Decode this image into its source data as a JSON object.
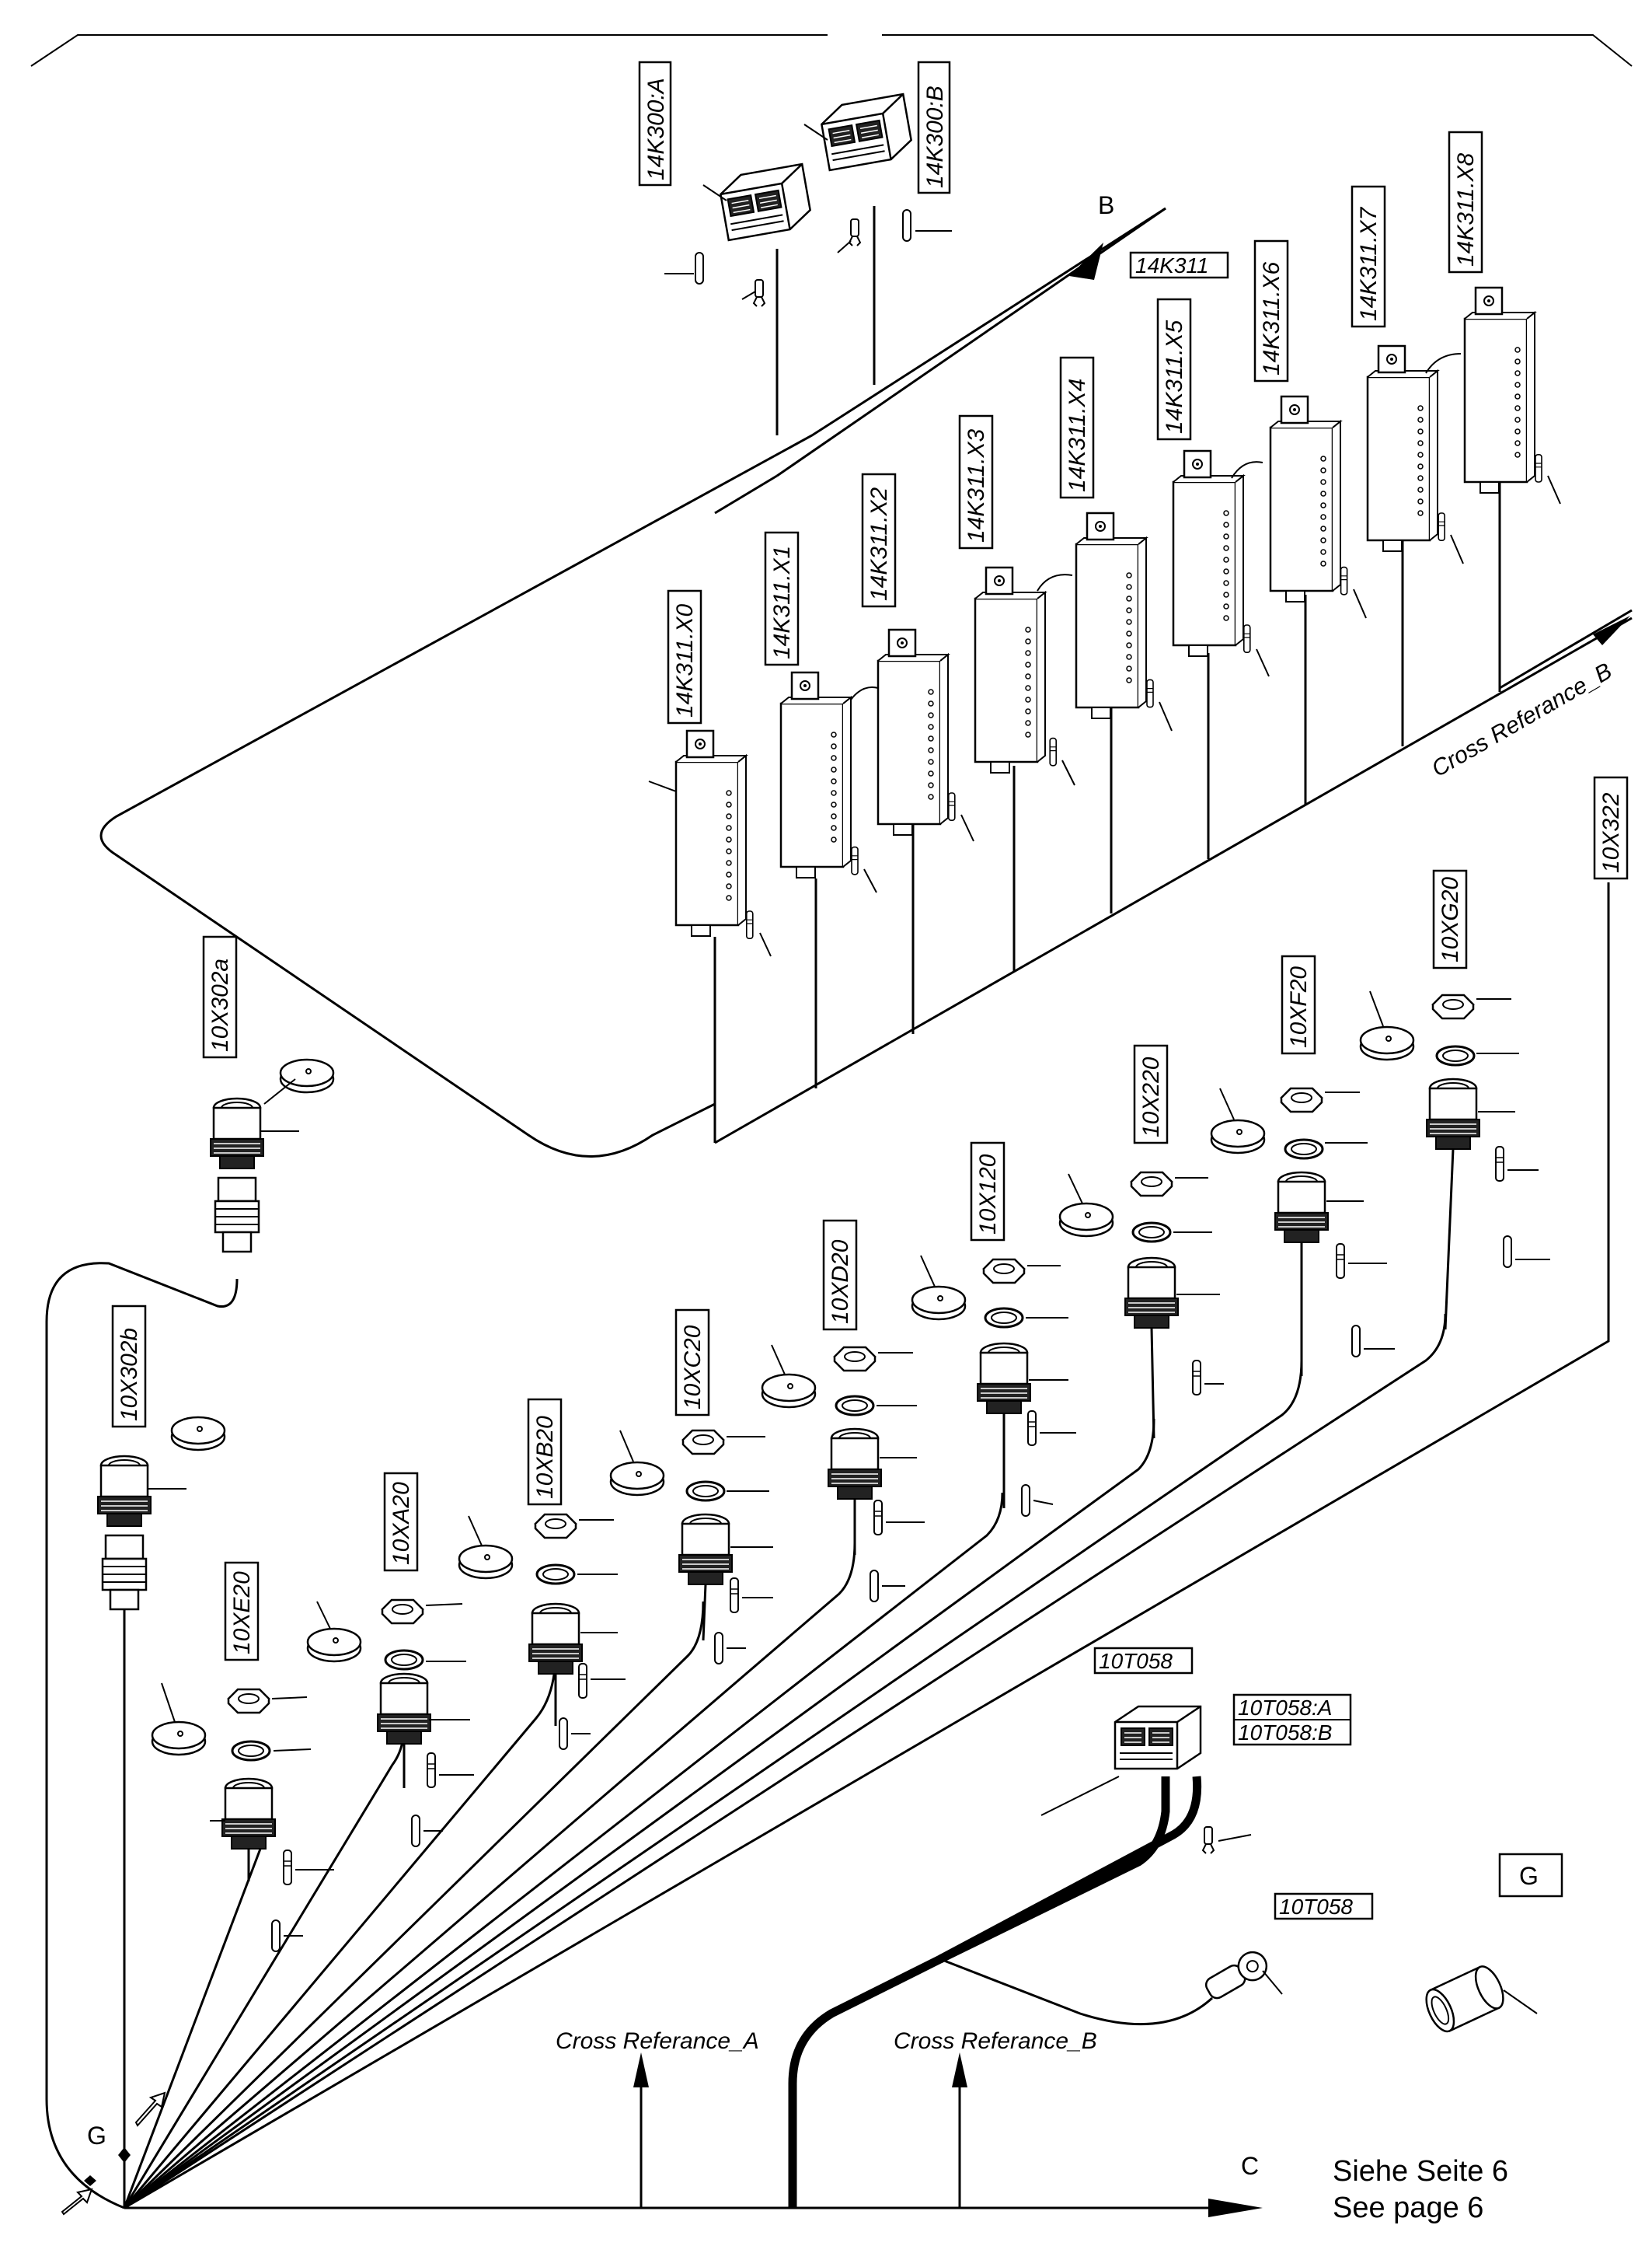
{
  "labels": {
    "k300a": "14K300:A",
    "k300b": "14K300:B",
    "k311": "14K311",
    "k311_x0": "14K311.X0",
    "k311_x1": "14K311.X1",
    "k311_x2": "14K311.X2",
    "k311_x3": "14K311.X3",
    "k311_x4": "14K311.X4",
    "k311_x5": "14K311.X5",
    "k311_x6": "14K311.X6",
    "k311_x7": "14K311.X7",
    "k311_x8": "14K311.X8",
    "x302a": "10X302a",
    "x302b": "10X302b",
    "x322": "10X322",
    "xe20": "10XE20",
    "xa20": "10XA20",
    "xb20": "10XB20",
    "xc20": "10XC20",
    "xd20": "10XD20",
    "x120": "10X120",
    "x220": "10X220",
    "xf20": "10XF20",
    "xg20": "10XG20",
    "t058_top": "10T058",
    "t058_a": "10T058:A",
    "t058_b": "10T058:B",
    "t058_lug": "10T058",
    "g_box": "G"
  },
  "markers": {
    "B": "B",
    "C": "C",
    "G": "G"
  },
  "cross_refs": {
    "a": "Cross Referance_A",
    "b_bottom": "Cross Referance_B",
    "b_right": "Cross Referance_B"
  },
  "footer": {
    "de": "Siehe Seite 6",
    "en": "See page 6"
  }
}
